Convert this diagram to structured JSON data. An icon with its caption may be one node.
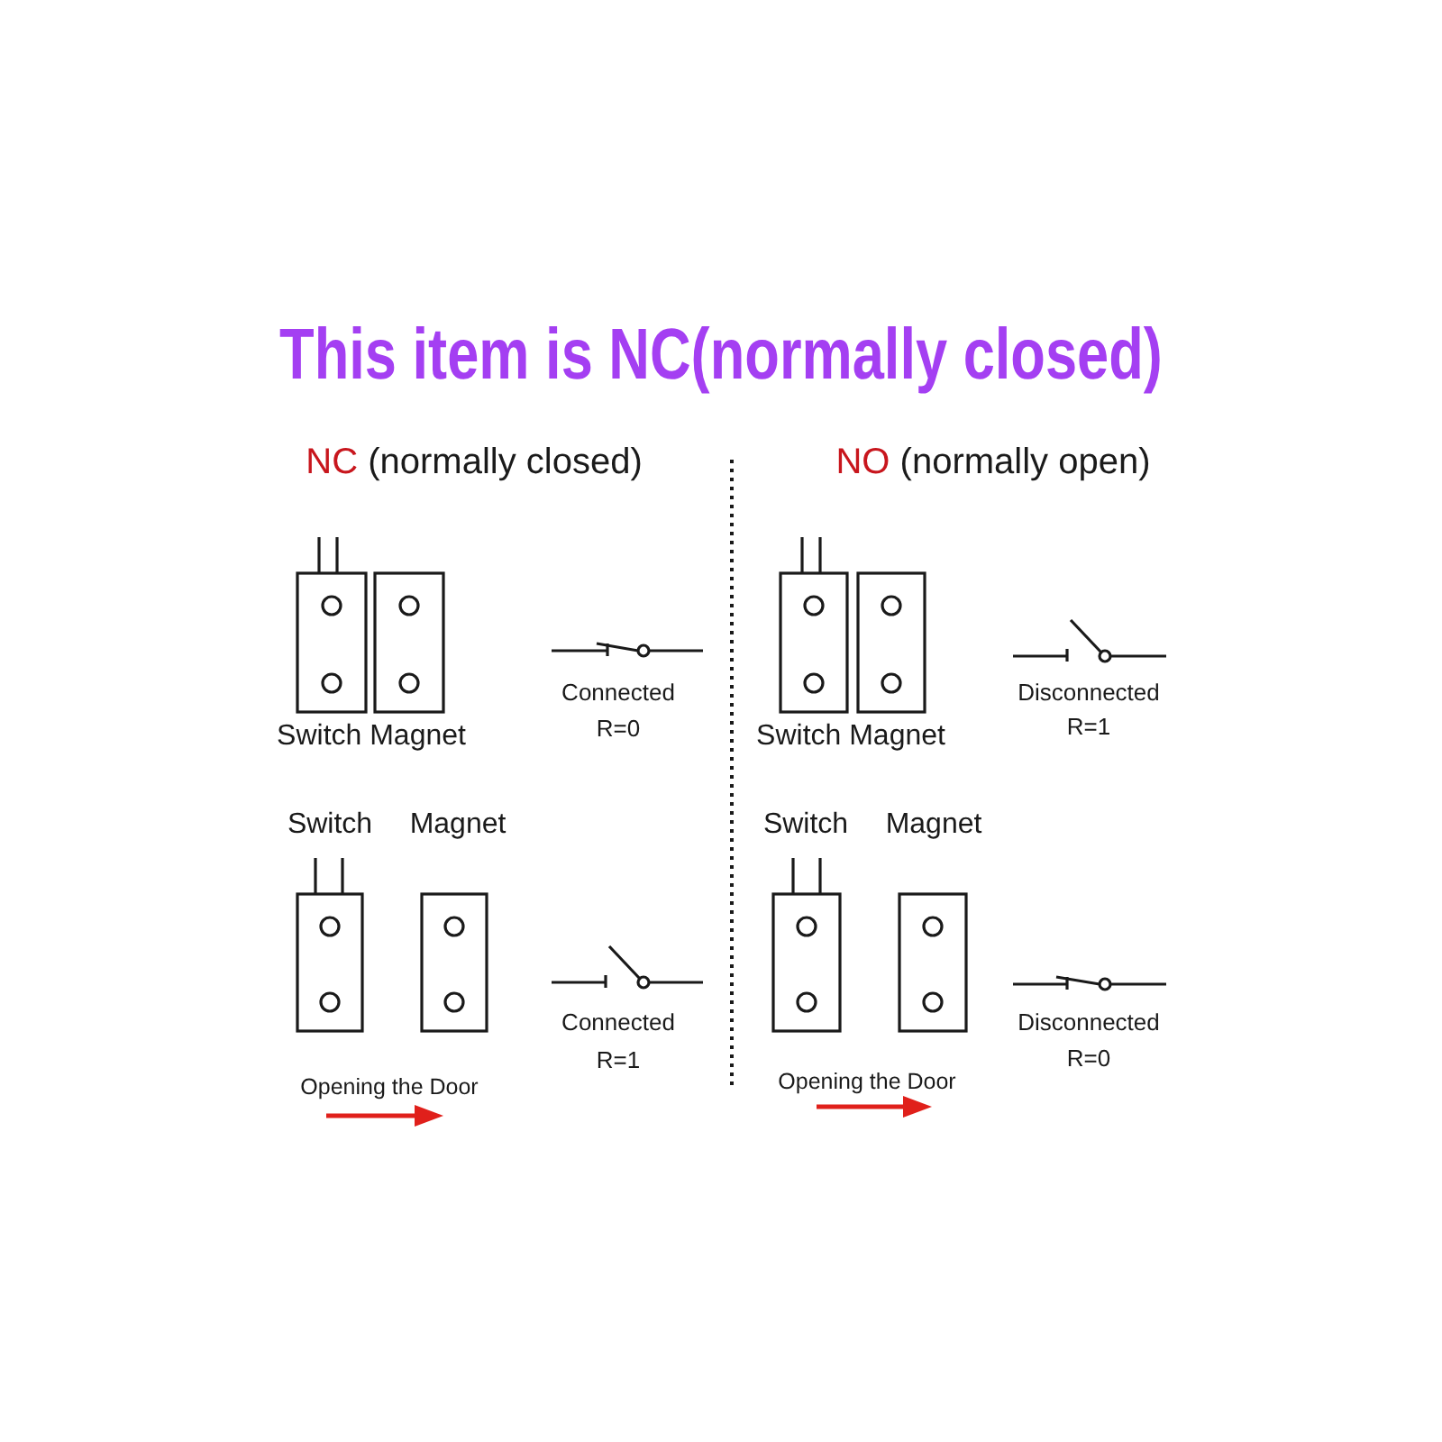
{
  "diagram": {
    "title": "This item is NC(normally closed)",
    "labels": [
      "NC (normally closed)",
      "NO (normally open)",
      "Switch Magnet",
      "Connected",
      "R=0",
      "Switch Magnet",
      "Disconnected",
      "R=1",
      "Switch",
      "Magnet",
      "Connected",
      "R=1",
      "Opening the Door",
      "Switch",
      "Magnet",
      "Disconnected",
      "R=0",
      "Opening the Door"
    ]
  }
}
